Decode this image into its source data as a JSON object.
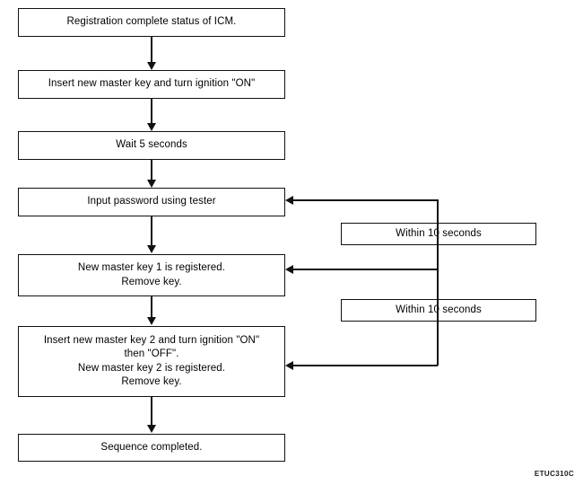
{
  "figure": {
    "code": "ETUC310C",
    "type": "flowchart",
    "orientation": "top-to-bottom"
  },
  "nodes": {
    "main": [
      {
        "id": "registration-complete",
        "lines": [
          "Registration complete status of ICM."
        ]
      },
      {
        "id": "insert-master-key",
        "lines": [
          "Insert new master key and turn ignition \"ON\""
        ]
      },
      {
        "id": "wait-5-seconds",
        "lines": [
          "Wait 5 seconds"
        ]
      },
      {
        "id": "input-password",
        "lines": [
          "Input password using tester"
        ]
      },
      {
        "id": "master-key-1-registered",
        "lines": [
          "New master key 1 is registered.",
          "Remove key."
        ]
      },
      {
        "id": "master-key-2-registered",
        "lines": [
          "Insert new master key 2 and turn ignition \"ON\"",
          "then \"OFF\".",
          "New master key 2 is registered.",
          "Remove key."
        ]
      },
      {
        "id": "sequence-completed",
        "lines": [
          "Sequence completed."
        ]
      }
    ],
    "timers": [
      {
        "id": "within-10-seconds-1",
        "lines": [
          "Within 10 seconds"
        ]
      },
      {
        "id": "within-10-seconds-2",
        "lines": [
          "Within 10 seconds"
        ]
      }
    ]
  }
}
